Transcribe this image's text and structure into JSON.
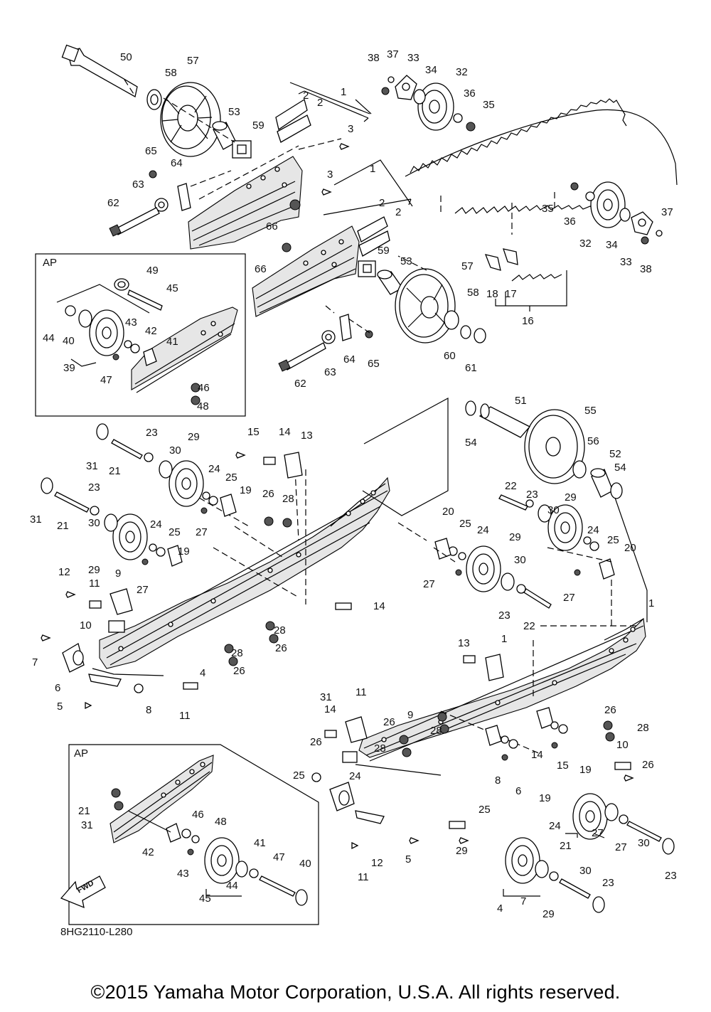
{
  "diagram_code": "8HG2110-L280",
  "fwd_label": "FWD",
  "ap_label": "AP",
  "copyright": "©2015 Yamaha Motor Corporation, U.S.A. All rights reserved.",
  "callouts": [
    "50",
    "57",
    "58",
    "53",
    "59",
    "2",
    "2",
    "1",
    "3",
    "65",
    "64",
    "63",
    "62",
    "66",
    "38",
    "37",
    "33",
    "34",
    "32",
    "36",
    "35",
    "35",
    "36",
    "32",
    "34",
    "33",
    "37",
    "38",
    "3",
    "1",
    "2",
    "2",
    "66",
    "59",
    "53",
    "57",
    "58",
    "60",
    "61",
    "64",
    "63",
    "62",
    "65",
    "18",
    "17",
    "16",
    "49",
    "45",
    "44",
    "40",
    "43",
    "42",
    "41",
    "39",
    "47",
    "46",
    "48",
    "31",
    "21",
    "23",
    "30",
    "29",
    "15",
    "14",
    "13",
    "51",
    "55",
    "54",
    "56",
    "52",
    "54",
    "24",
    "25",
    "19",
    "27",
    "26",
    "28",
    "22",
    "23",
    "29",
    "30",
    "31",
    "21",
    "23",
    "30",
    "29",
    "24",
    "25",
    "19",
    "27",
    "1",
    "20",
    "25",
    "24",
    "29",
    "30",
    "27",
    "23",
    "22",
    "24",
    "25",
    "20",
    "27",
    "12",
    "11",
    "9",
    "14",
    "10",
    "28",
    "26",
    "28",
    "26",
    "7",
    "6",
    "4",
    "5",
    "8",
    "11",
    "1",
    "13",
    "14",
    "11",
    "9",
    "28",
    "26",
    "28",
    "26",
    "28",
    "26",
    "10",
    "26",
    "14",
    "15",
    "19",
    "25",
    "24",
    "8",
    "6",
    "19",
    "25",
    "24",
    "27",
    "27",
    "30",
    "23",
    "21",
    "31",
    "29",
    "11",
    "12",
    "5",
    "4",
    "7",
    "29",
    "30",
    "23",
    "21",
    "31",
    "46",
    "48",
    "42",
    "43",
    "41",
    "47",
    "44",
    "45",
    "40",
    "39",
    "49"
  ]
}
